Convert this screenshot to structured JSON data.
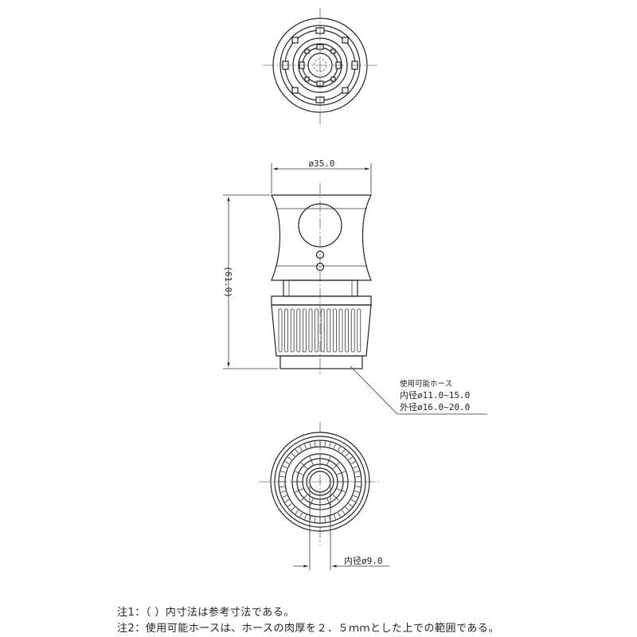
{
  "dimensions": {
    "diameter": "ø35.0",
    "height": "(61.0)",
    "inner_diameter": "内径ø9.0"
  },
  "hose_spec": {
    "title": "使用可能ホース",
    "inner": "内径ø11.0~15.0",
    "outer": "外径ø16.0~20.0"
  },
  "notes": [
    "注1：（ ）内寸法は参考寸法である。",
    "注2：使用可能ホースは、ホースの肉厚を２．５ｍｍとした上での範囲である。"
  ]
}
